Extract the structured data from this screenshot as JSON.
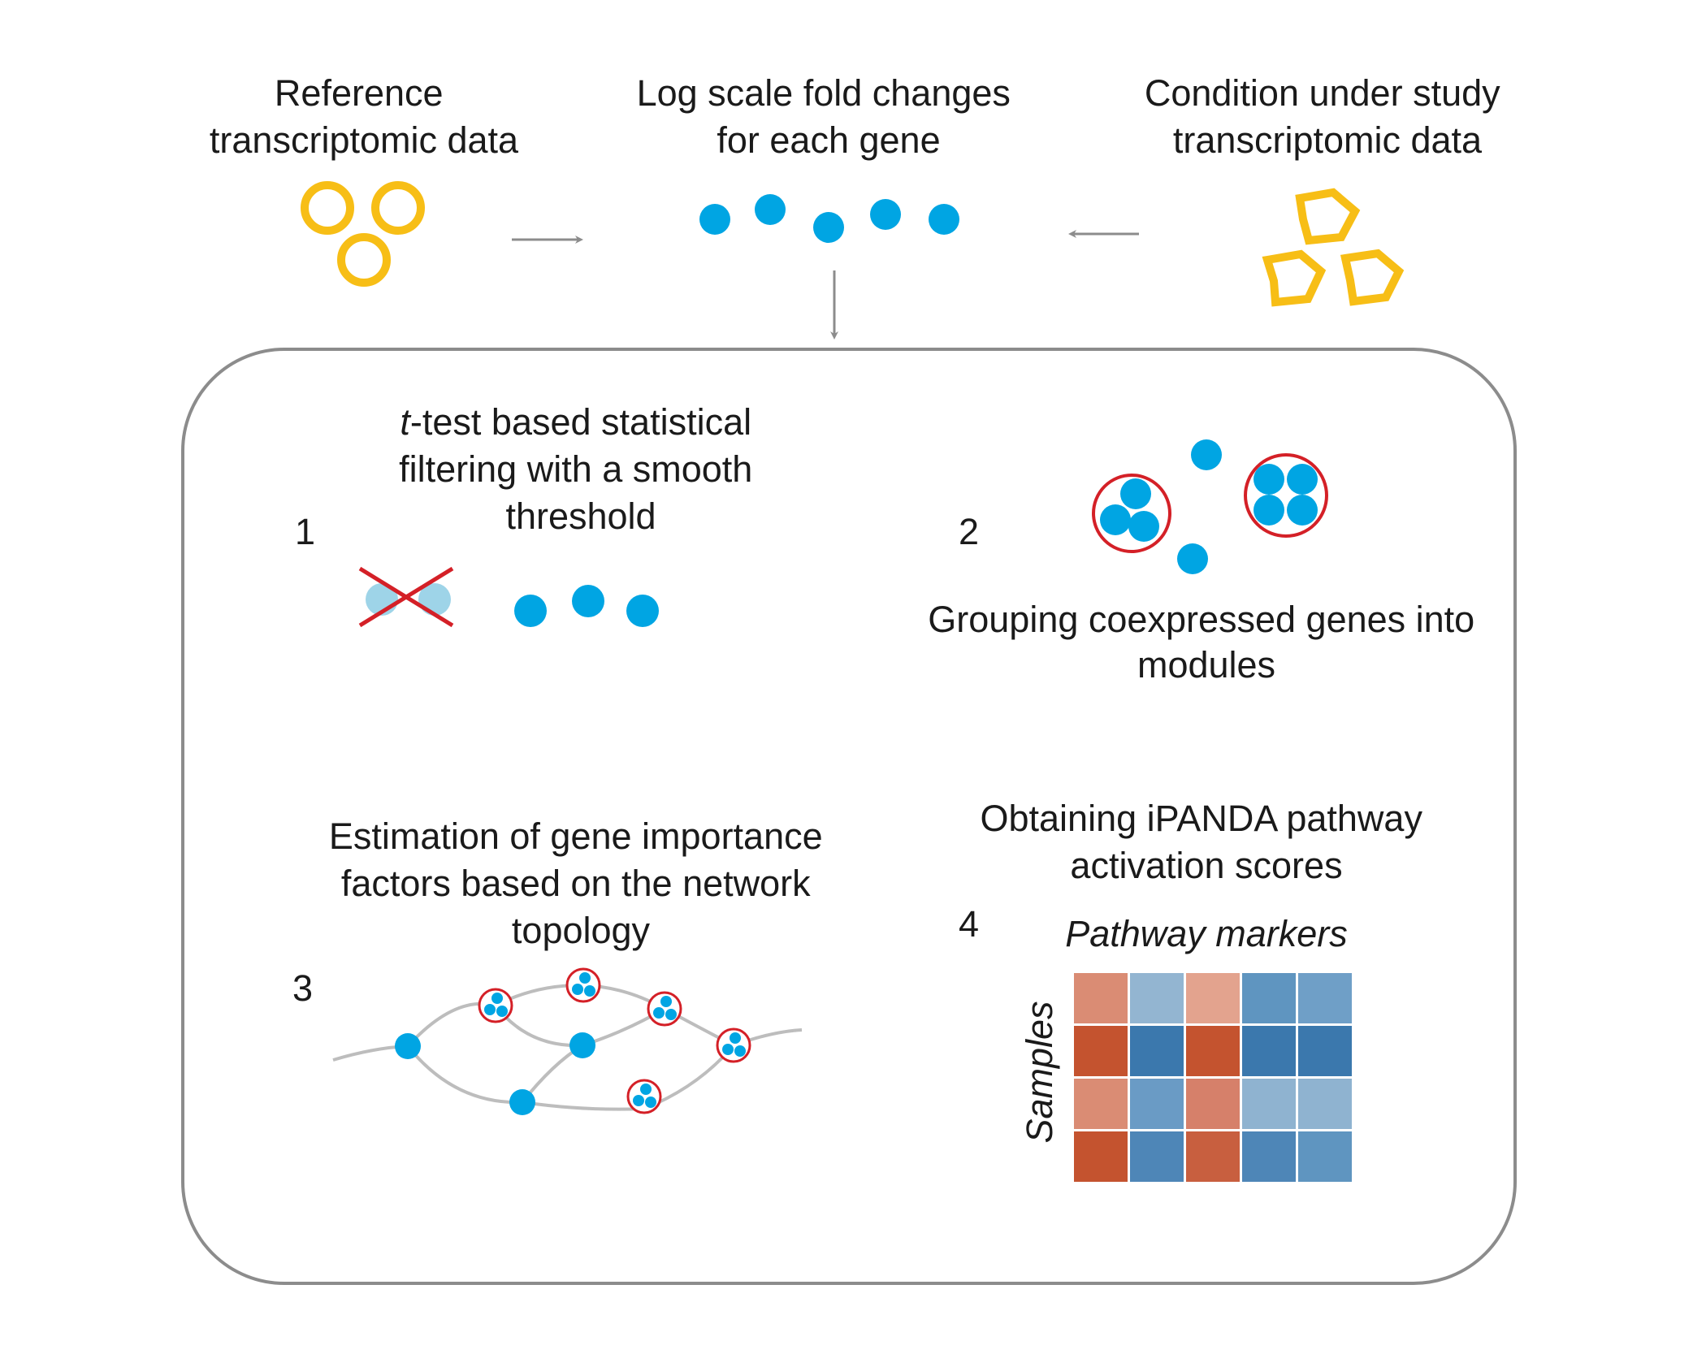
{
  "colors": {
    "gene_dot": "#00A5E3",
    "gene_dot_filtered": "#9ED4E8",
    "sample_ring": "#F7BE16",
    "module_ring": "#D42027",
    "arrow": "#8C8C8C",
    "frame": "#8C8C8C",
    "network_edge": "#BDBDBD"
  },
  "top": {
    "reference": {
      "line1": "Reference",
      "line2": "transcriptomic data"
    },
    "fold_changes": {
      "line1": "Log scale fold changes",
      "line2": "for each gene"
    },
    "condition": {
      "line1": "Condition under study",
      "line2": "transcriptomic data"
    }
  },
  "steps": {
    "step1": {
      "number": "1",
      "line1_italic": "t",
      "line1_rest": "-test based statistical",
      "line2": "filtering with a smooth",
      "line3": "threshold"
    },
    "step2": {
      "number": "2",
      "line1": "Grouping coexpressed genes into",
      "line2": "modules"
    },
    "step3": {
      "number": "3",
      "line1": "Estimation of gene importance",
      "line2": "factors based on the network",
      "line3": "topology"
    },
    "step4": {
      "number": "4",
      "line1": "Obtaining iPANDA pathway",
      "line2": "activation scores",
      "x_label": "Pathway markers",
      "y_label": "Samples",
      "heatmap_colors": [
        [
          "#DA8C74",
          "#93B5D1",
          "#E3A38E",
          "#5F95C0",
          "#6F9FC7"
        ],
        [
          "#C4532F",
          "#3B78AD",
          "#C4532F",
          "#3B78AD",
          "#3B78AD"
        ],
        [
          "#DA8C74",
          "#6A9BC5",
          "#D6806A",
          "#8FB3D0",
          "#8FB3D0"
        ],
        [
          "#C4532F",
          "#4E86B7",
          "#C85F3F",
          "#4E86B7",
          "#5F95C0"
        ]
      ]
    }
  }
}
